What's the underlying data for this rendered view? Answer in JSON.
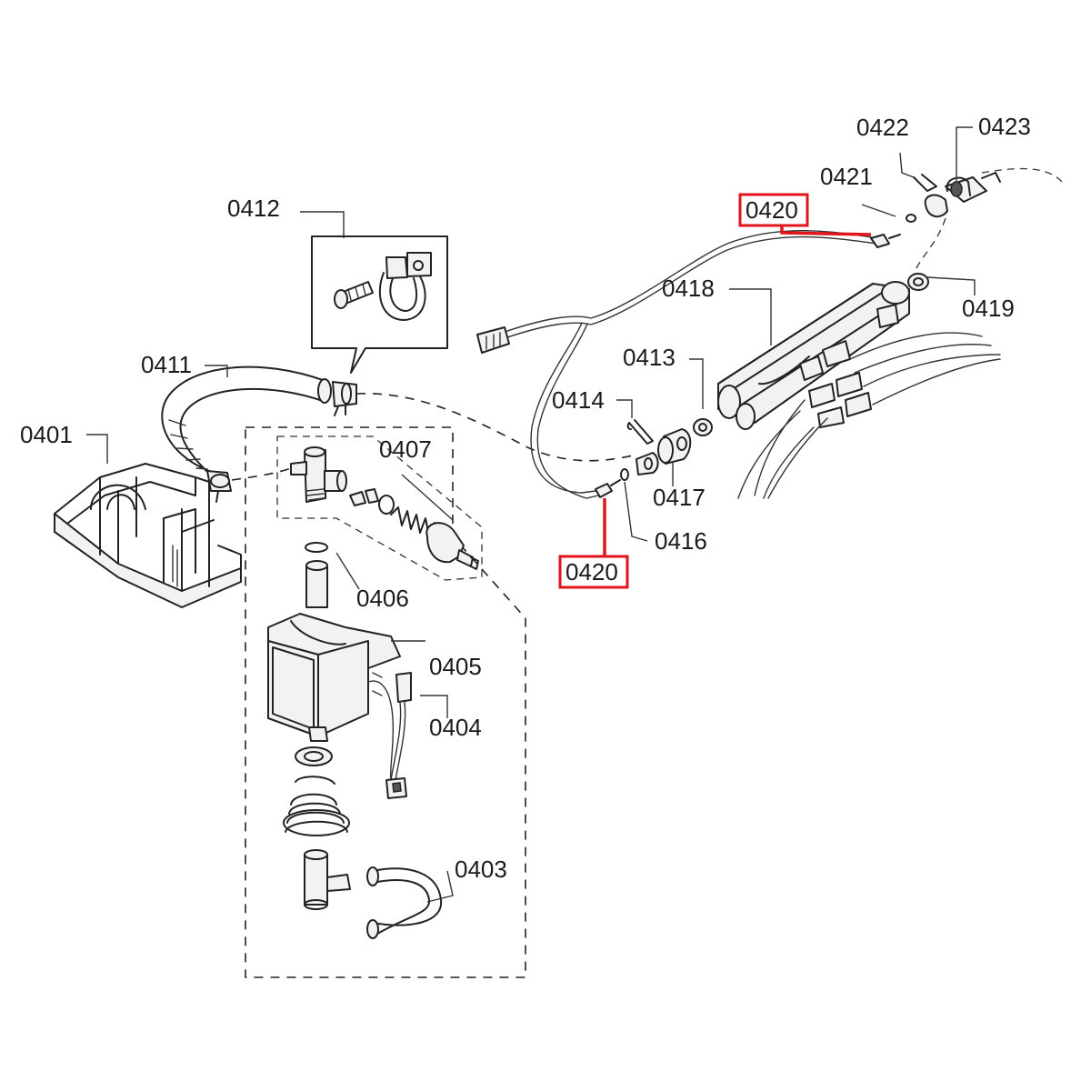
{
  "labels": {
    "p0401": "0401",
    "p0403": "0403",
    "p0404": "0404",
    "p0405": "0405",
    "p0406": "0406",
    "p0407": "0407",
    "p0411": "0411",
    "p0412": "0412",
    "p0413": "0413",
    "p0414": "0414",
    "p0416": "0416",
    "p0417": "0417",
    "p0418": "0418",
    "p0419": "0419",
    "p0420_top": "0420",
    "p0420_bottom": "0420",
    "p0421": "0421",
    "p0422": "0422",
    "p0423": "0423"
  },
  "colors": {
    "highlight": "#e0141c",
    "line": "#222222",
    "background": "#ffffff"
  }
}
